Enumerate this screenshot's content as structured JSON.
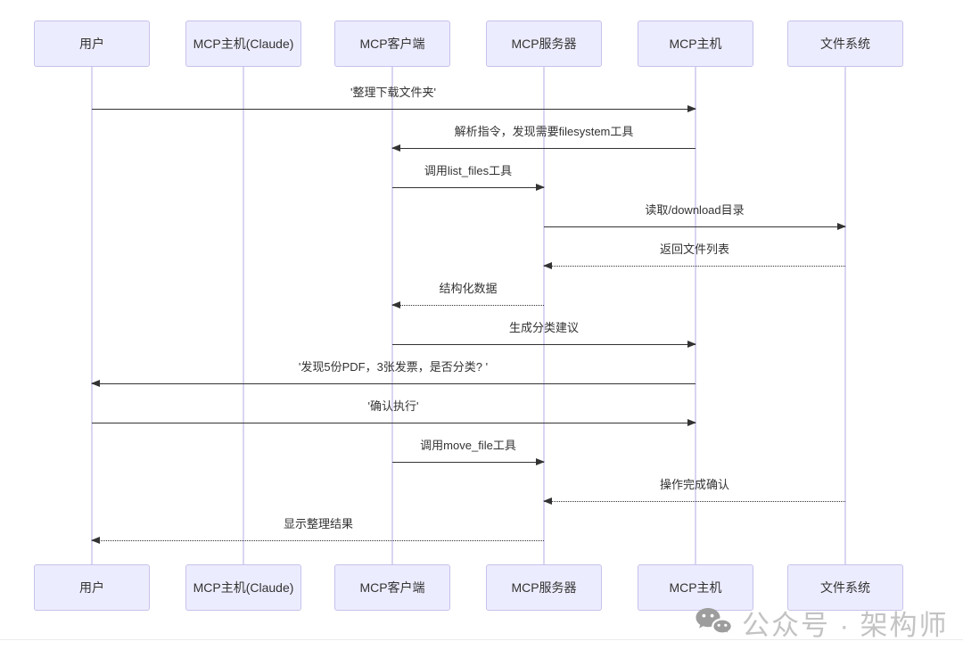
{
  "diagram": {
    "actors": [
      {
        "id": "user",
        "label": "用户"
      },
      {
        "id": "mcp-host-claude",
        "label": "MCP主机(Claude)"
      },
      {
        "id": "mcp-client",
        "label": "MCP客户端"
      },
      {
        "id": "mcp-server",
        "label": "MCP服务器"
      },
      {
        "id": "mcp-host",
        "label": "MCP主机"
      },
      {
        "id": "filesystem",
        "label": "文件系统"
      }
    ],
    "messages": [
      {
        "from": "用户",
        "to": "MCP主机",
        "label": "'整理下载文件夹'",
        "line": "solid",
        "direction": "right"
      },
      {
        "from": "MCP主机",
        "to": "MCP客户端",
        "label": "解析指令，发现需要filesystem工具",
        "line": "solid",
        "direction": "left"
      },
      {
        "from": "MCP客户端",
        "to": "MCP服务器",
        "label": "调用list_files工具",
        "line": "solid",
        "direction": "right"
      },
      {
        "from": "MCP服务器",
        "to": "文件系统",
        "label": "读取/download目录",
        "line": "solid",
        "direction": "right"
      },
      {
        "from": "文件系统",
        "to": "MCP服务器",
        "label": "返回文件列表",
        "line": "dotted",
        "direction": "left"
      },
      {
        "from": "MCP服务器",
        "to": "MCP客户端",
        "label": "结构化数据",
        "line": "dotted",
        "direction": "left"
      },
      {
        "from": "MCP客户端",
        "to": "MCP主机",
        "label": "生成分类建议",
        "line": "solid",
        "direction": "right"
      },
      {
        "from": "MCP主机",
        "to": "用户",
        "label": "'发现5份PDF，3张发票，是否分类? '",
        "line": "solid",
        "direction": "left"
      },
      {
        "from": "用户",
        "to": "MCP主机",
        "label": "'确认执行'",
        "line": "solid",
        "direction": "right"
      },
      {
        "from": "MCP客户端",
        "to": "MCP服务器",
        "label": "调用move_file工具",
        "line": "solid",
        "direction": "right"
      },
      {
        "from": "文件系统",
        "to": "MCP服务器",
        "label": "操作完成确认",
        "line": "dotted",
        "direction": "left"
      },
      {
        "from": "MCP服务器",
        "to": "用户",
        "label": "显示整理结果",
        "line": "dotted",
        "direction": "left"
      }
    ]
  },
  "watermark": {
    "icon": "wechat-icon",
    "text": "公众号 · 架构师"
  },
  "colors": {
    "actor_fill": "#ECECFF",
    "actor_border": "#c6c2ea",
    "lifeline": "#d9d5f1",
    "arrow": "#333333",
    "label_text": "#333333",
    "watermark_text": "#c3c3c3",
    "watermark_icon": "#9d9d9d",
    "divider": "#ebebeb"
  }
}
